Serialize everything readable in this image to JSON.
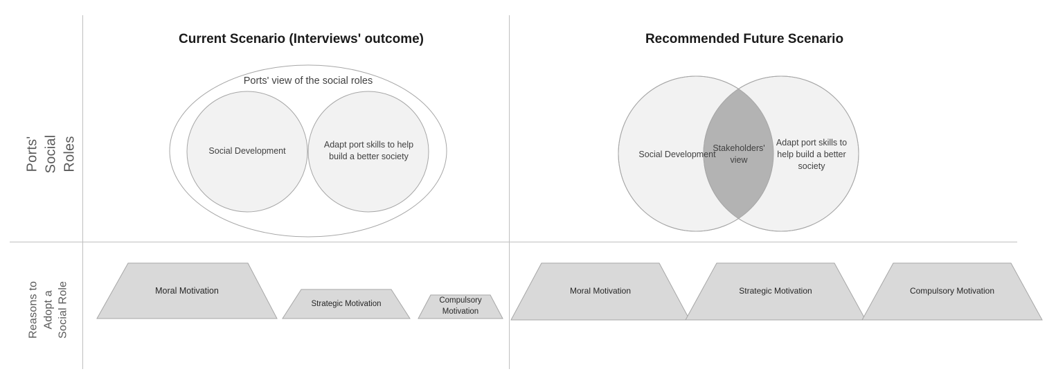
{
  "figure": {
    "rows": [
      {
        "id": "ports-social-roles",
        "label": "Ports' Social Roles"
      },
      {
        "id": "reasons-to-adopt",
        "label": "Reasons to Adopt a\nSocial Role"
      }
    ],
    "columns": [
      {
        "id": "current",
        "title": "Current Scenario (Interviews' outcome)"
      },
      {
        "id": "future",
        "title": "Recommended Future Scenario"
      }
    ],
    "colors": {
      "circle_fill": "#f2f2f2",
      "circle_stroke": "#a6a6a6",
      "ellipse_fill": "#ffffff",
      "ellipse_stroke": "#a6a6a6",
      "lens_fill": "#b3b3b3",
      "trapezoid_fill": "#d9d9d9",
      "trapezoid_stroke": "#a6a6a6",
      "divider": "#bfbfbf",
      "title_text": "#1a1a1a",
      "body_text": "#404040"
    }
  },
  "current_scenario": {
    "roles": {
      "container_caption": "Ports' view of the social roles",
      "circles": [
        {
          "id": "social-development",
          "label": "Social Development"
        },
        {
          "id": "adapt-port-skills",
          "label": "Adapt port skills to help\nbuild a better society"
        }
      ],
      "overlap": null
    },
    "reasons": [
      {
        "id": "moral-motivation",
        "label": "Moral Motivation",
        "relative_size": "large"
      },
      {
        "id": "strategic-motivation",
        "label": "Strategic Motivation",
        "relative_size": "medium"
      },
      {
        "id": "compulsory-motivation",
        "label": "Compulsory\nMotivation",
        "relative_size": "small"
      }
    ]
  },
  "future_scenario": {
    "roles": {
      "container_caption": null,
      "circles": [
        {
          "id": "social-development",
          "label": "Social Development"
        },
        {
          "id": "adapt-port-skills",
          "label": "Adapt port skills to\nhelp build a better\nsociety"
        }
      ],
      "overlap": {
        "id": "stakeholders-view",
        "label": "Stakeholders'\nview"
      }
    },
    "reasons": [
      {
        "id": "moral-motivation",
        "label": "Moral Motivation",
        "relative_size": "large"
      },
      {
        "id": "strategic-motivation",
        "label": "Strategic Motivation",
        "relative_size": "large"
      },
      {
        "id": "compulsory-motivation",
        "label": "Compulsory Motivation",
        "relative_size": "large"
      }
    ]
  }
}
